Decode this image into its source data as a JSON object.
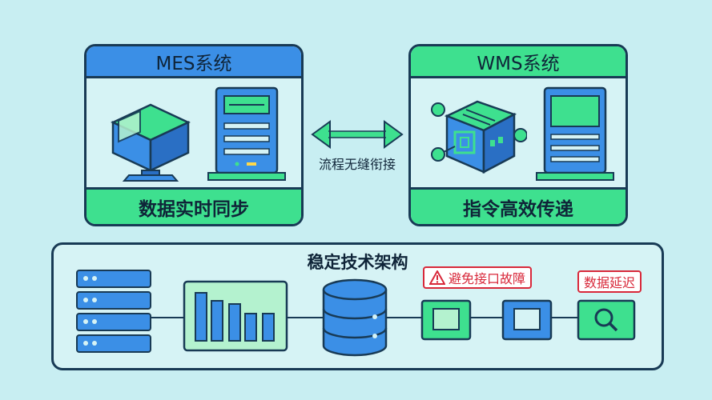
{
  "colors": {
    "background": "#c8eef2",
    "outline": "#183a55",
    "blue": "#3b8fe6",
    "green": "#3ee08f",
    "light_green": "#b4f2cf",
    "warning_red": "#d8283a"
  },
  "mes_panel": {
    "title": "MES系统",
    "footer": "数据实时同步",
    "icons": [
      "cube-monitor-icon",
      "server-tower-icon"
    ]
  },
  "wms_panel": {
    "title": "WMS系统",
    "footer": "指令高效传递",
    "icons": [
      "network-cube-icon",
      "document-tower-icon"
    ]
  },
  "connector": {
    "label": "流程无缝衔接",
    "icon": "double-arrow-icon"
  },
  "architecture": {
    "title": "稳定技术架构",
    "components": [
      "server-rack-icon",
      "bar-chart-icon",
      "database-icon",
      "interface-module-icon",
      "interface-module-icon",
      "search-icon"
    ],
    "warnings": [
      {
        "icon": "warning-triangle-icon",
        "text": "避免接口故障"
      },
      {
        "text": "数据延迟"
      }
    ]
  }
}
